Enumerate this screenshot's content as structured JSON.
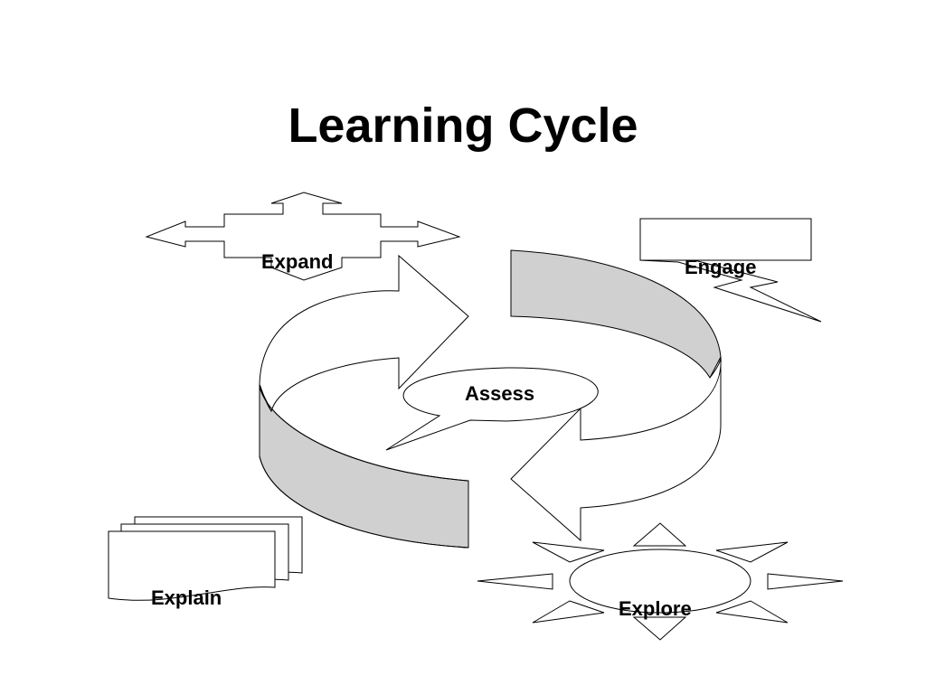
{
  "slide": {
    "title": "Learning Cycle",
    "stages": {
      "expand": "Expand",
      "engage": "Engage",
      "assess": "Assess",
      "explain": "Explain",
      "explore": "Explore"
    }
  },
  "colors": {
    "band_fill": "#d0d0d0",
    "outline": "#000000",
    "background": "#ffffff"
  }
}
